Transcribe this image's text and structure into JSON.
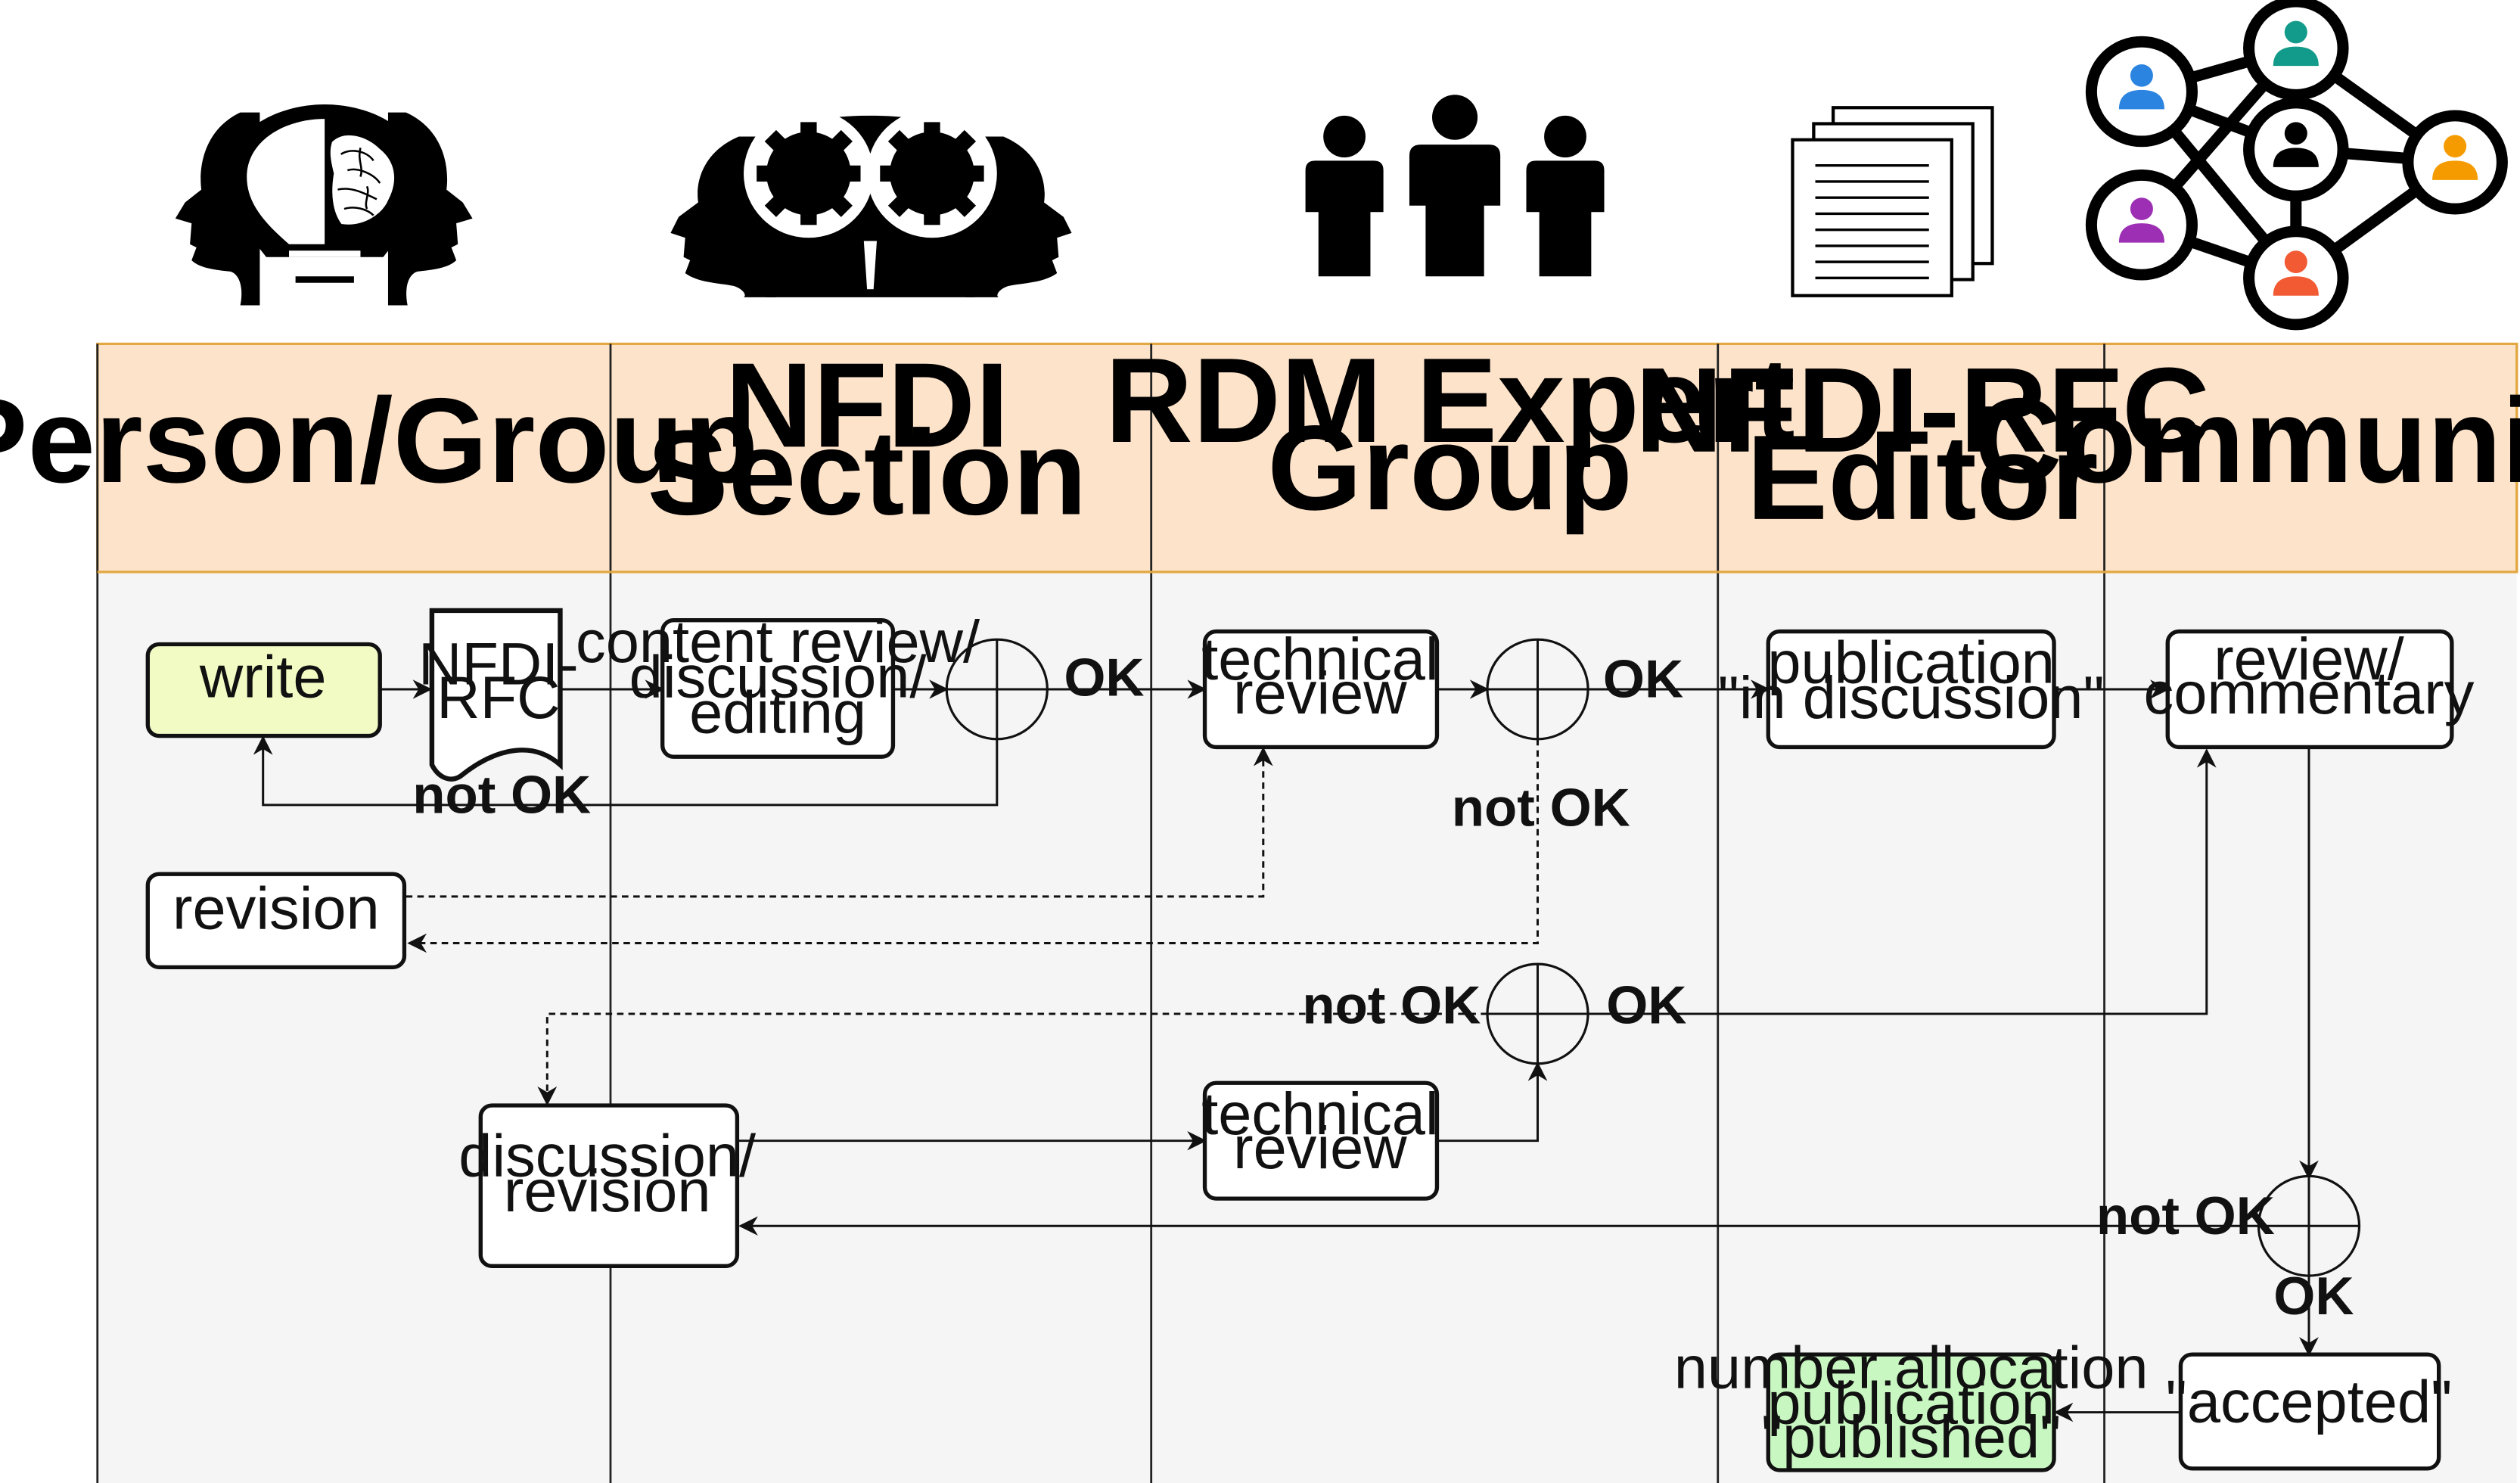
{
  "lanes": [
    {
      "id": "person",
      "lines": [
        "Person/Group"
      ]
    },
    {
      "id": "nfdi",
      "lines": [
        "NFDI",
        "Section"
      ]
    },
    {
      "id": "rdm",
      "lines": [
        "RDM Expert",
        "Group"
      ]
    },
    {
      "id": "editor",
      "lines": [
        "NFDI-RFC",
        "Editor"
      ]
    },
    {
      "id": "community",
      "lines": [
        "Community"
      ]
    }
  ],
  "nodes": {
    "write": "write",
    "rfc_doc": [
      "NFDI-",
      "RFC"
    ],
    "content_review": [
      "content review/",
      "discussion/",
      "editing"
    ],
    "technical_review_1": [
      "technical",
      "review"
    ],
    "publication": [
      "publication",
      "\"in discussion\""
    ],
    "review_commentary": [
      "review/",
      "commentary"
    ],
    "revision": "revision",
    "discussion_revision": [
      "discussion/",
      "revision"
    ],
    "technical_review_2": [
      "technical",
      "review"
    ],
    "accepted": "\"accepted\"",
    "published": [
      "number allocation",
      "publication",
      "\"published\""
    ]
  },
  "edge_labels": {
    "ok_1": "OK",
    "ok_2": "OK",
    "ok_3": "OK",
    "ok_4": "OK",
    "not_ok_1": "not OK",
    "not_ok_2": "not OK",
    "not_ok_3": "not OK",
    "not_ok_4": "not OK"
  },
  "colors": {
    "header_fill": "#fde3c9",
    "header_border": "#e3a842",
    "lane_fill": "#f5f5f5",
    "write_fill": "#f3fbc4",
    "published_fill": "#c9f7c2",
    "teal": "#129b8a",
    "blue": "#2b84e0",
    "orange": "#f59b00",
    "purple": "#9c2fb3",
    "red": "#f25a33"
  },
  "icons": [
    "lightbulb-head-icon",
    "gear-heads-icon",
    "people-group-icon",
    "documents-icon",
    "community-network-icon"
  ]
}
